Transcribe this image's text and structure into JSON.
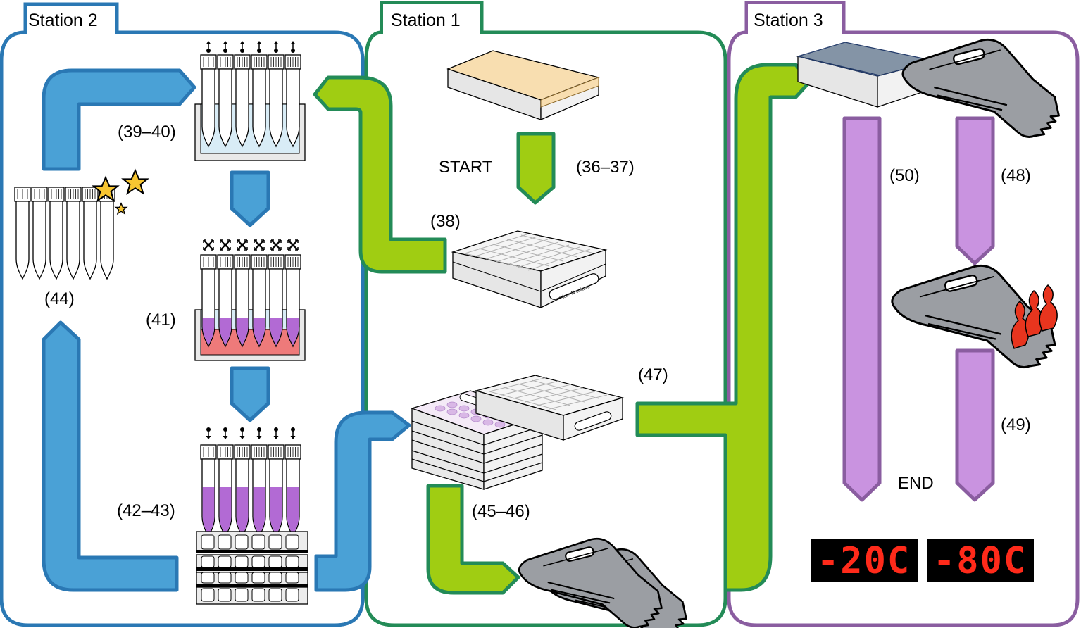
{
  "stations": {
    "station2": "Station 2",
    "station1": "Station 1",
    "station3": "Station 3"
  },
  "steps": {
    "start": "START",
    "s36_37": "(36–37)",
    "s38": "(38)",
    "s39_40": "(39–40)",
    "s41": "(41)",
    "s42_43": "(42–43)",
    "s44": "(44)",
    "s45_46": "(45–46)",
    "s47": "(47)",
    "s48": "(48)",
    "s49": "(49)",
    "s50": "(50)",
    "end": "END"
  },
  "freezers": {
    "minus20": "-20C",
    "minus80": "-80C"
  },
  "plate_labels": {
    "culture_plate": "Plate N culture"
  },
  "colors": {
    "station2_border": "#2a78b4",
    "station1_border": "#238b57",
    "station3_border": "#8a5da0",
    "blue_arrow": "#4aa1d6",
    "green_arrow": "#a0cd12",
    "purple_arrow": "#c993e0",
    "liquid_blue": "#d8ecf6",
    "liquid_red": "#ee7a7a",
    "liquid_purple": "#b26ad4",
    "plate_lid_orange": "#f8deb0",
    "plate_lid_slate": "#8494a6",
    "bag_gray": "#9b9ea3",
    "display_red": "#ff2a1a"
  }
}
